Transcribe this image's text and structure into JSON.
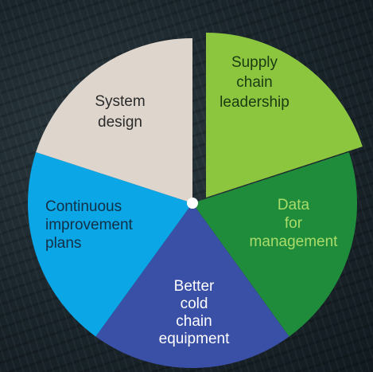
{
  "diagram": {
    "segments": [
      {
        "id": "supply-chain-leadership",
        "lines": [
          "Supply",
          "chain",
          "leadership"
        ],
        "color": "#8cc63f",
        "text_color": "#1a3a12",
        "exploded": true
      },
      {
        "id": "data-for-management",
        "lines": [
          "Data",
          "for",
          "management"
        ],
        "color": "#1e8c3a",
        "text_color": "#a9dc6a",
        "exploded": false
      },
      {
        "id": "better-cold-chain-equipment",
        "lines": [
          "Better",
          "cold",
          "chain",
          "equipment"
        ],
        "color": "#3a4fa6",
        "text_color": "#ffffff",
        "exploded": false
      },
      {
        "id": "continuous-improvement-plans",
        "lines": [
          "Continuous",
          "improvement",
          "plans"
        ],
        "color": "#0aa6e6",
        "text_color": "#123046",
        "exploded": false
      },
      {
        "id": "system-design",
        "lines": [
          "System",
          "design"
        ],
        "color": "#ded6cd",
        "text_color": "#2a2a2a",
        "exploded": false
      }
    ],
    "center_dot_color": "#ffffff"
  }
}
